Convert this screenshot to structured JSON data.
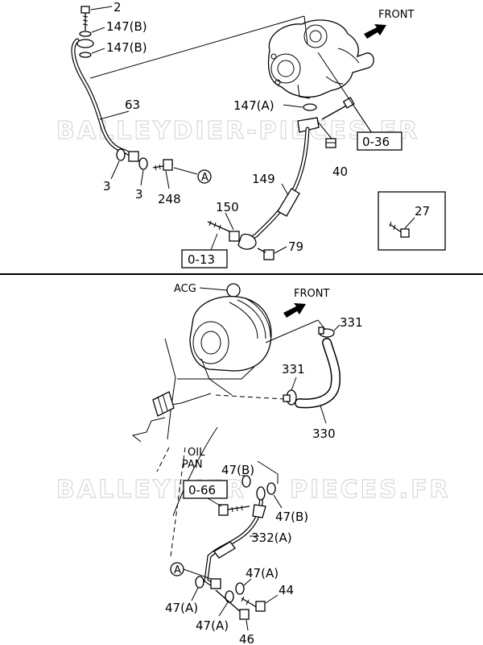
{
  "watermark": {
    "top": "BALLEYDIER-PIECES.FR",
    "bottom_left": "BALLEYDIER",
    "bottom_right": "PIECES.FR"
  },
  "top_section": {
    "front_label": "FRONT",
    "callouts": {
      "p2": "2",
      "p147b_1": "147(B)",
      "p147b_2": "147(B)",
      "p63": "63",
      "p147a": "147(A)",
      "p3_1": "3",
      "p3_2": "3",
      "p248": "248",
      "pA": "A",
      "p149": "149",
      "p150": "150",
      "p79": "79",
      "p40": "40",
      "p27": "27"
    },
    "ref_boxes": {
      "ref_036": "0-36",
      "ref_013": "0-13"
    }
  },
  "bottom_section": {
    "front_label": "FRONT",
    "acg_label": "ACG",
    "oil_pan_label": [
      "OIL",
      "PAN"
    ],
    "callouts": {
      "p331_1": "331",
      "p331_2": "331",
      "p330": "330",
      "p47b_1": "47(B)",
      "p47b_2": "47(B)",
      "p332a": "332(A)",
      "pA": "A",
      "p47a_1": "47(A)",
      "p47a_2": "47(A)",
      "p47a_3": "47(A)",
      "p44": "44",
      "p46": "46"
    },
    "ref_boxes": {
      "ref_066": "0-66"
    }
  }
}
